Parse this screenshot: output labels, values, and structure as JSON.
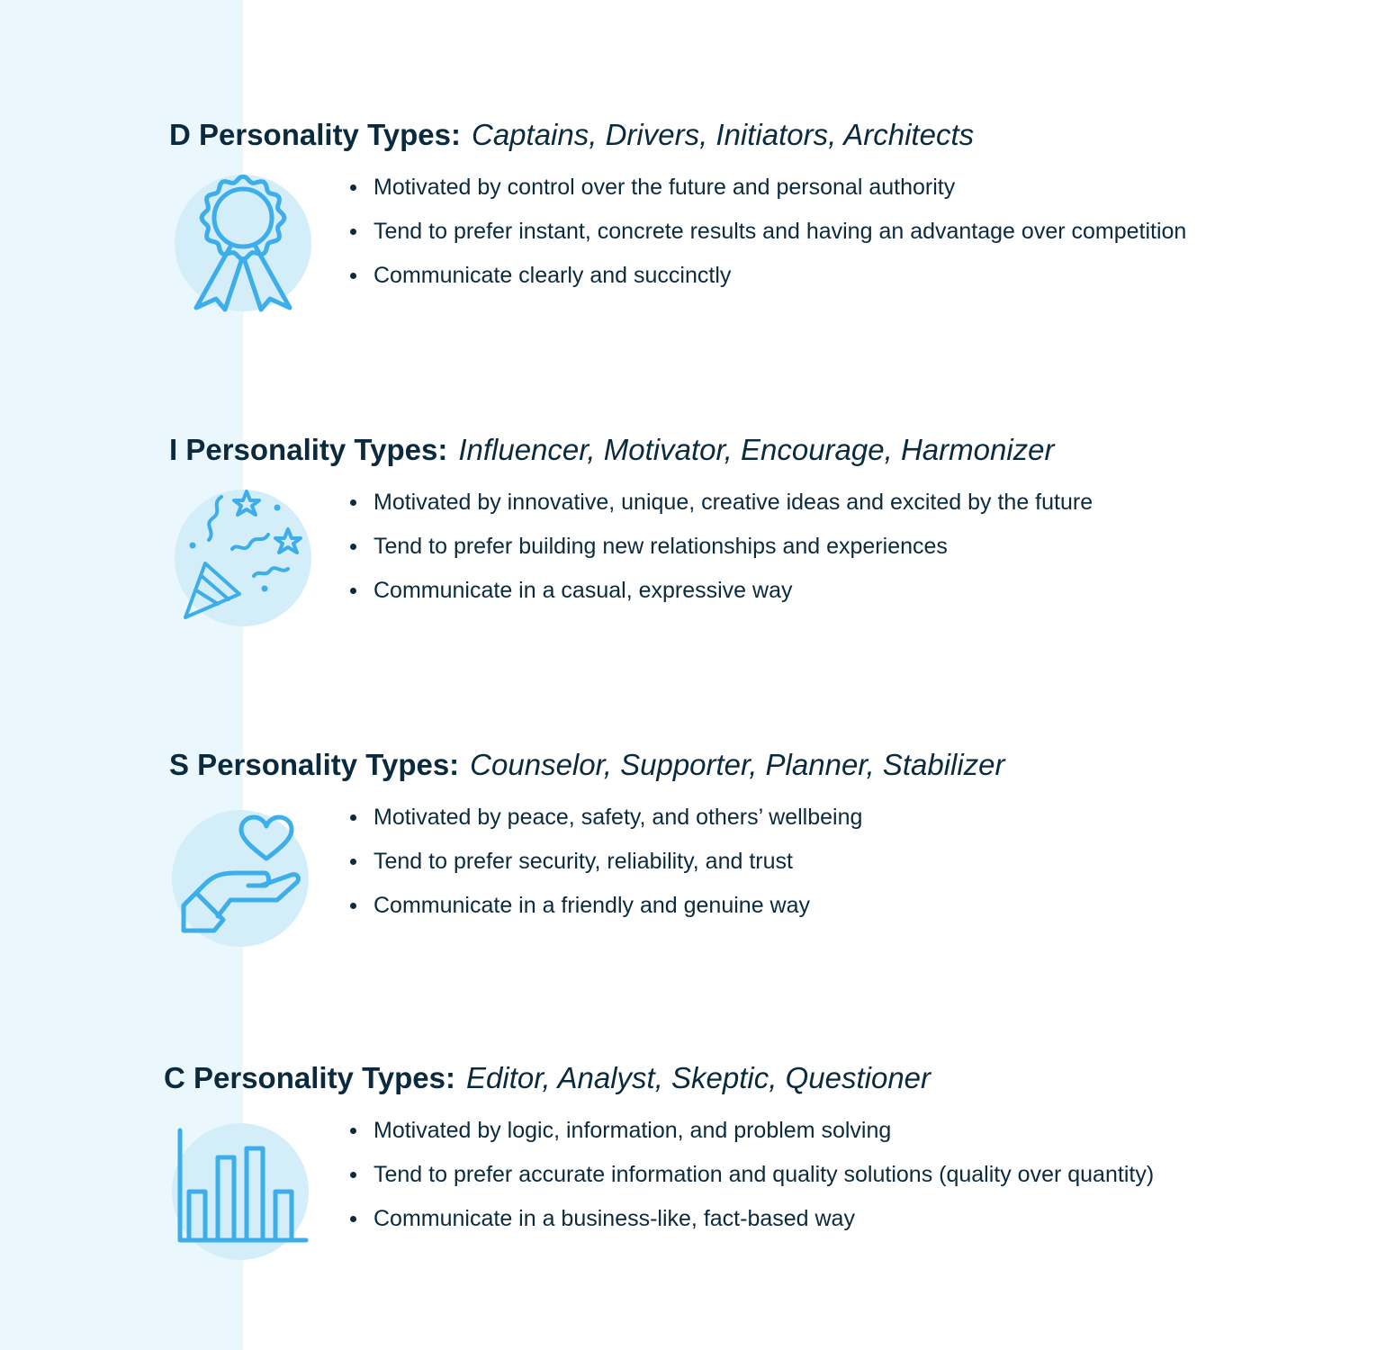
{
  "colors": {
    "band": "#eaf8fd",
    "icon_circle": "#d3eef9",
    "icon_stroke": "#3daee9",
    "text": "#0b2a3d"
  },
  "sections": [
    {
      "label": "D Personality Types:",
      "types": "Captains, Drivers, Initiators, Architects",
      "icon": "award-ribbon-icon",
      "bullets": [
        "Motivated by control over the future and personal authority",
        "Tend to prefer instant, concrete results and having an advantage over competition",
        "Communicate clearly and succinctly"
      ]
    },
    {
      "label": "I Personality Types:",
      "types": "Influencer, Motivator, Encourage, Harmonizer",
      "icon": "party-popper-icon",
      "bullets": [
        "Motivated by innovative, unique, creative ideas and excited by the future",
        "Tend to prefer building new relationships and experiences",
        "Communicate in a casual, expressive way"
      ]
    },
    {
      "label": "S Personality Types:",
      "types": "Counselor, Supporter, Planner, Stabilizer",
      "icon": "hand-heart-icon",
      "bullets": [
        "Motivated by peace, safety, and others’ wellbeing",
        "Tend to prefer security, reliability, and trust",
        "Communicate in a friendly and genuine way"
      ]
    },
    {
      "label": "C Personality Types:",
      "types": "Editor, Analyst, Skeptic, Questioner",
      "icon": "bar-chart-icon",
      "bullets": [
        "Motivated by logic, information, and problem solving",
        "Tend to prefer accurate information and quality solutions (quality over quantity)",
        "Communicate in a business-like, fact-based way"
      ]
    }
  ]
}
